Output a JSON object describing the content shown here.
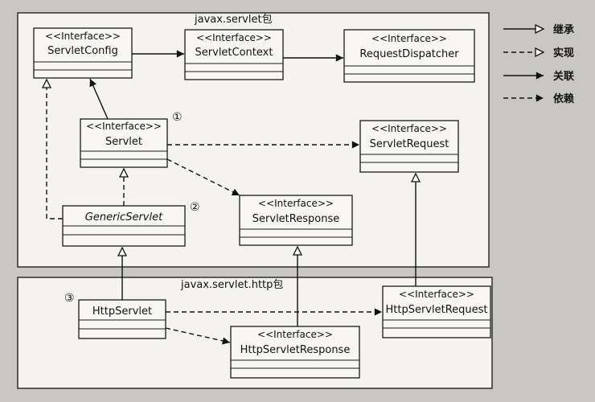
{
  "packages": {
    "javax_servlet": "javax.servlet包",
    "javax_servlet_http": "javax.servlet.http包"
  },
  "stereotype": "<<Interface>>",
  "classes": {
    "servlet_config": "ServletConfig",
    "servlet_context": "ServletContext",
    "request_dispatcher": "RequestDispatcher",
    "servlet": "Servlet",
    "servlet_request": "ServletRequest",
    "generic_servlet": "GenericServlet",
    "servlet_response": "ServletResponse",
    "http_servlet": "HttpServlet",
    "http_servlet_request": "HttpServletRequest",
    "http_servlet_response": "HttpServletResponse"
  },
  "markers": {
    "m1": "①",
    "m2": "②",
    "m3": "③"
  },
  "legend": {
    "inheritance": "继承",
    "realization": "实现",
    "association": "关联",
    "dependency": "依赖"
  }
}
